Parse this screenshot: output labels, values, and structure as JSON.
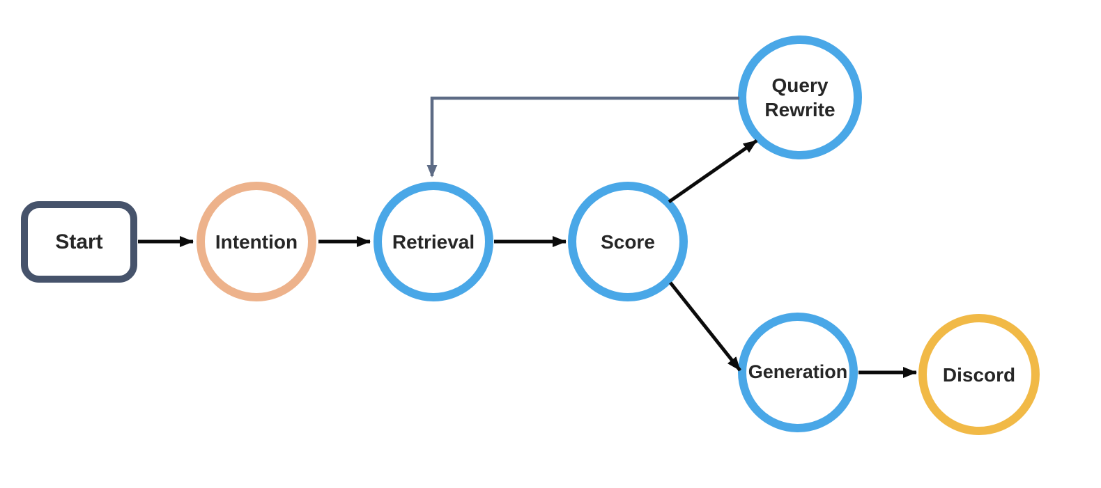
{
  "diagram": {
    "type": "flowchart",
    "background": "#ffffff",
    "nodes": {
      "start": {
        "label": "Start",
        "shape": "rounded-rectangle",
        "border_color": "#46536b"
      },
      "intention": {
        "label": "Intention",
        "shape": "circle",
        "border_color": "#edb28b"
      },
      "retrieval": {
        "label": "Retrieval",
        "shape": "circle",
        "border_color": "#49a7e7"
      },
      "score": {
        "label": "Score",
        "shape": "circle",
        "border_color": "#49a7e7"
      },
      "query_rewrite": {
        "label": "Query Rewrite",
        "shape": "circle",
        "border_color": "#49a7e7"
      },
      "generation": {
        "label": "Generation",
        "shape": "circle",
        "border_color": "#49a7e7"
      },
      "discord": {
        "label": "Discord",
        "shape": "circle",
        "border_color": "#f1b946"
      }
    },
    "edges": [
      {
        "from": "start",
        "to": "intention",
        "type": "arrow",
        "color": "#0b0b0b"
      },
      {
        "from": "intention",
        "to": "retrieval",
        "type": "arrow",
        "color": "#0b0b0b"
      },
      {
        "from": "retrieval",
        "to": "score",
        "type": "arrow",
        "color": "#0b0b0b"
      },
      {
        "from": "score",
        "to": "query_rewrite",
        "type": "arrow",
        "color": "#0b0b0b"
      },
      {
        "from": "score",
        "to": "generation",
        "type": "arrow",
        "color": "#0b0b0b"
      },
      {
        "from": "generation",
        "to": "discord",
        "type": "arrow",
        "color": "#0b0b0b"
      },
      {
        "from": "query_rewrite",
        "to": "retrieval",
        "type": "elbow-arrow",
        "color": "#5d6b85"
      }
    ],
    "colors": {
      "arrow": "#0b0b0b",
      "feedback_line": "#5d6b85",
      "node_fill": "#ffffff",
      "text": "#262626"
    }
  }
}
